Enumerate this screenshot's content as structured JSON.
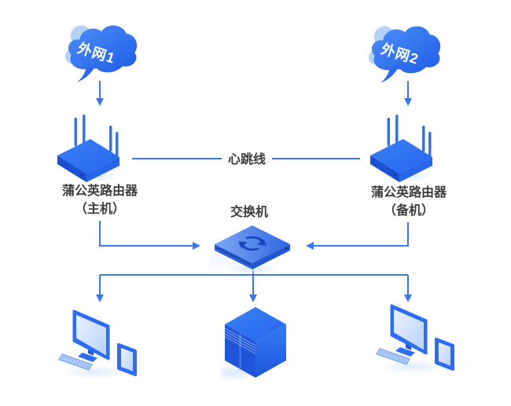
{
  "diagram_type": "network-topology",
  "nodes": {
    "cloud_left": {
      "label": "外网1"
    },
    "cloud_right": {
      "label": "外网2"
    },
    "router_left": {
      "name": "蒲公英路由器",
      "role": "（主机）"
    },
    "router_right": {
      "name": "蒲公英路由器",
      "role": "（备机）"
    },
    "switch": {
      "label": "交换机"
    }
  },
  "edges": {
    "heartbeat": {
      "label": "心跳线",
      "connects": [
        "router_left",
        "router_right"
      ]
    },
    "connections": [
      "cloud_left → router_left",
      "cloud_right → router_right",
      "router_left → switch",
      "router_right → switch",
      "switch → workstation_left",
      "switch → server",
      "switch → workstation_right"
    ]
  },
  "icons": [
    "cloud-icon",
    "router-icon",
    "switch-icon",
    "sync-icon",
    "server-icon",
    "monitor-icon",
    "keyboard-icon",
    "phone-icon",
    "arrow-icon"
  ],
  "colors": {
    "primary_blue": "#2a6cf0",
    "dark_blue": "#1d53d6",
    "light_screen_blue": "#cfe0fa",
    "connector_blue": "#3a76ec",
    "label_text": "#3c3c3c",
    "cloud_text": "#ffffff",
    "background": "#ffffff"
  }
}
